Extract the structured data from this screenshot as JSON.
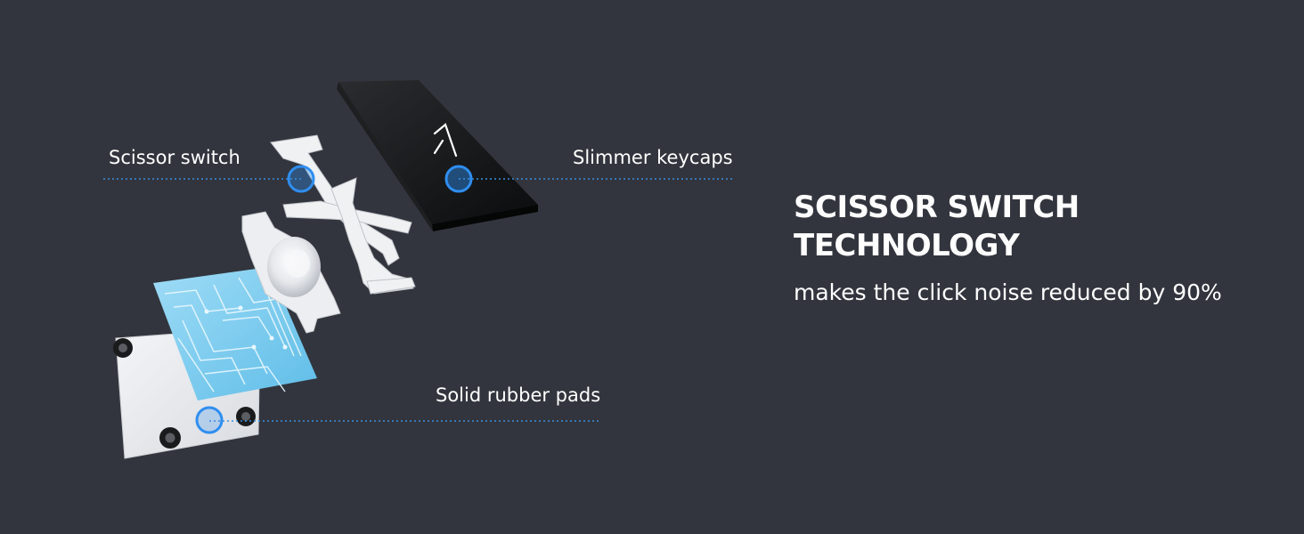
{
  "callouts": {
    "scissor_switch": "Scissor switch",
    "slimmer_keycaps": "Slimmer keycaps",
    "rubber_pads": "Solid rubber pads"
  },
  "headline": {
    "line1": "SCISSOR SWITCH",
    "line2": "TECHNOLOGY"
  },
  "subheadline": "makes the click noise reduced by 90%",
  "keycap_letter": "A",
  "colors": {
    "background": "#32353d",
    "accent": "#2f8ef0",
    "keycap": "#151617",
    "circuit": "#8fd3f2"
  }
}
